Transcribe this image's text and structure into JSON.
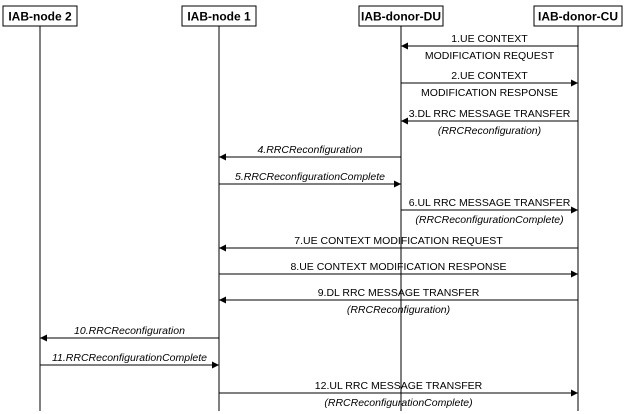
{
  "nodes": [
    {
      "id": "iab2",
      "label": "IAB-node 2"
    },
    {
      "id": "iab1",
      "label": "IAB-node 1"
    },
    {
      "id": "du",
      "label": "IAB-donor-DU"
    },
    {
      "id": "cu",
      "label": "IAB-donor-CU"
    }
  ],
  "messages": [
    {
      "from": "cu",
      "to": "du",
      "line1": "1.UE CONTEXT",
      "line2": "MODIFICATION REQUEST"
    },
    {
      "from": "du",
      "to": "cu",
      "line1": "2.UE CONTEXT",
      "line2": "MODIFICATION RESPONSE"
    },
    {
      "from": "cu",
      "to": "du",
      "line1": "3.DL RRC MESSAGE TRANSFER",
      "line2": "(RRCReconfiguration)"
    },
    {
      "from": "du",
      "to": "iab1",
      "line1": "4.RRCReconfiguration",
      "line2": ""
    },
    {
      "from": "iab1",
      "to": "du",
      "line1": "5.RRCReconfigurationComplete",
      "line2": ""
    },
    {
      "from": "du",
      "to": "cu",
      "line1": "6.UL RRC MESSAGE TRANSFER",
      "line2": "(RRCReconfigurationComplete)"
    },
    {
      "from": "cu",
      "to": "iab1",
      "line1": "7.UE CONTEXT MODIFICATION REQUEST",
      "line2": ""
    },
    {
      "from": "iab1",
      "to": "cu",
      "line1": "8.UE CONTEXT MODIFICATION RESPONSE",
      "line2": ""
    },
    {
      "from": "cu",
      "to": "iab1",
      "line1": "9.DL RRC MESSAGE TRANSFER",
      "line2": "(RRCReconfiguration)"
    },
    {
      "from": "iab1",
      "to": "iab2",
      "line1": "10.RRCReconfiguration",
      "line2": ""
    },
    {
      "from": "iab2",
      "to": "iab1",
      "line1": "11.RRCReconfigurationComplete",
      "line2": ""
    },
    {
      "from": "iab1",
      "to": "cu",
      "line1": "12.UL RRC MESSAGE TRANSFER",
      "line2": "(RRCReconfigurationComplete)"
    }
  ]
}
